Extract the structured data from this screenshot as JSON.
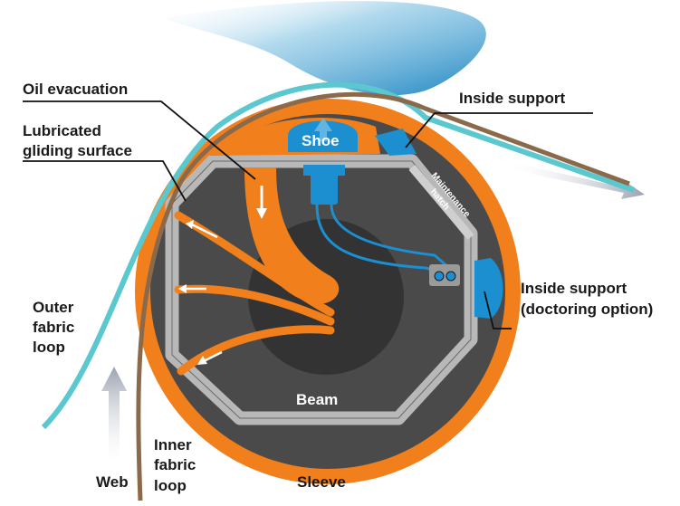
{
  "labels": {
    "oil_evacuation": "Oil evacuation",
    "lubricated_line1": "Lubricated",
    "lubricated_line2": "gliding surface",
    "inside_support": "Inside support",
    "inside_support_doctoring_line1": "Inside support",
    "inside_support_doctoring_line2": "(doctoring option)",
    "outer_fabric_line1": "Outer",
    "outer_fabric_line2": "fabric",
    "outer_fabric_line3": "loop",
    "inner_fabric_line1": "Inner",
    "inner_fabric_line2": "fabric",
    "inner_fabric_line3": "loop",
    "web": "Web",
    "sleeve": "Sleeve",
    "shoe": "Shoe",
    "beam": "Beam",
    "maintenance_line1": "Maintenance",
    "maintenance_line2": "hatch"
  },
  "colors": {
    "sleeve": "#f07f1c",
    "beam_frame": "#b8b8b8",
    "interior": "#4a4a4a",
    "hub": "#333333",
    "blue": "#1c8fd0",
    "outer_fabric": "#5bc8cf",
    "inner_fabric": "#8a6a4a",
    "arrow_grey": "#a9aeb9"
  }
}
